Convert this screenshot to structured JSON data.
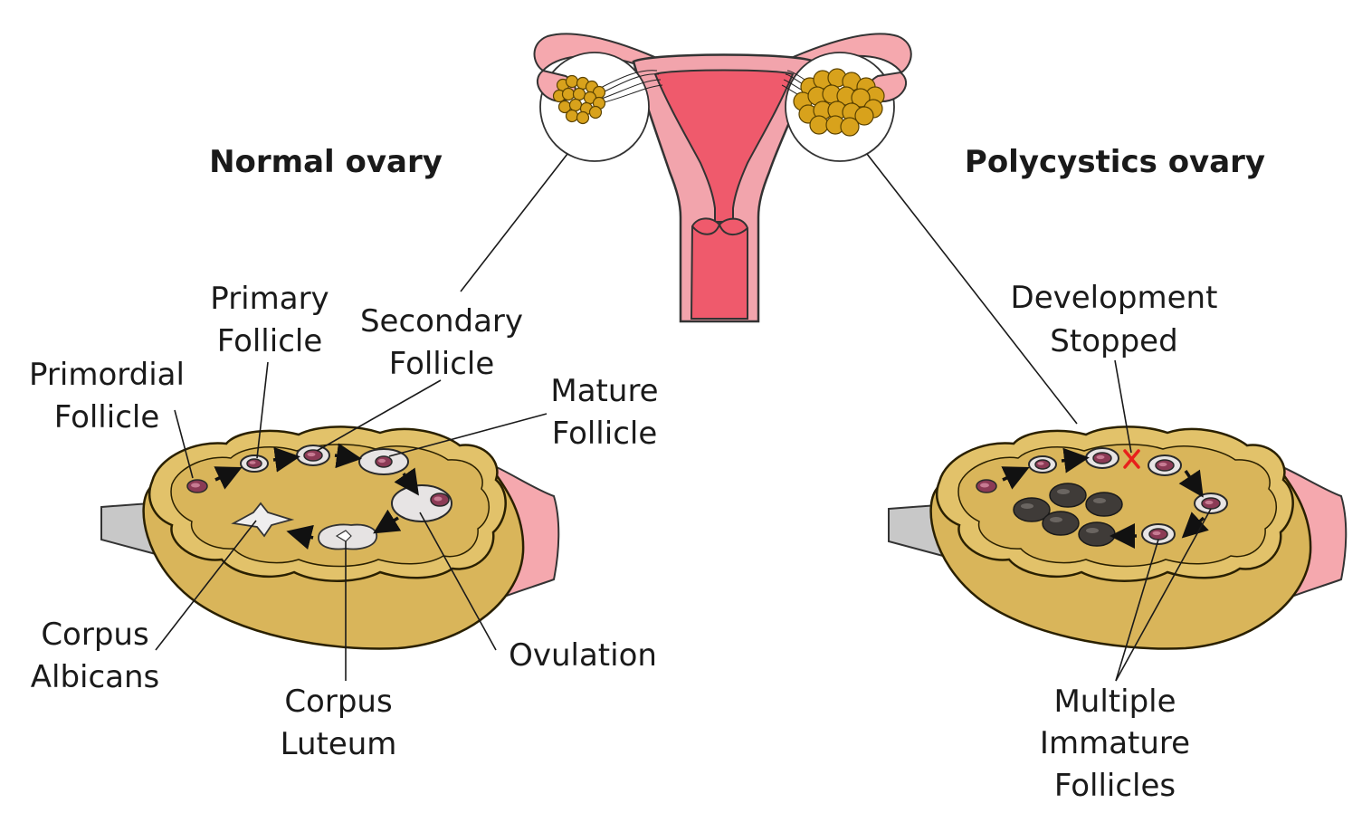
{
  "headings": {
    "normal": "Normal ovary",
    "polycystic": "Polycystics ovary"
  },
  "labels": {
    "primordial": [
      "Primordial",
      "Follicle"
    ],
    "primary": [
      "Primary",
      "Follicle"
    ],
    "secondary": [
      "Secondary",
      "Follicle"
    ],
    "mature": [
      "Mature",
      "Follicle"
    ],
    "corpus_albicans": [
      "Corpus",
      "Albicans"
    ],
    "corpus_luteum": [
      "Corpus",
      "Luteum"
    ],
    "ovulation": [
      "Ovulation"
    ],
    "development_stopped": [
      "Development",
      "Stopped"
    ],
    "multiple_immature": [
      "Multiple",
      "Immature",
      "Follicles"
    ]
  },
  "colors": {
    "ovary": "#d9b55a",
    "uterus_wall": "#f2a4ac",
    "uterus_cavity": "#ef5a6c",
    "follicle_core": "#8b3a55",
    "cyst": "#3f3b38",
    "stop_mark": "#e8201c"
  },
  "icons": {
    "stop_mark": "red-x-icon"
  }
}
